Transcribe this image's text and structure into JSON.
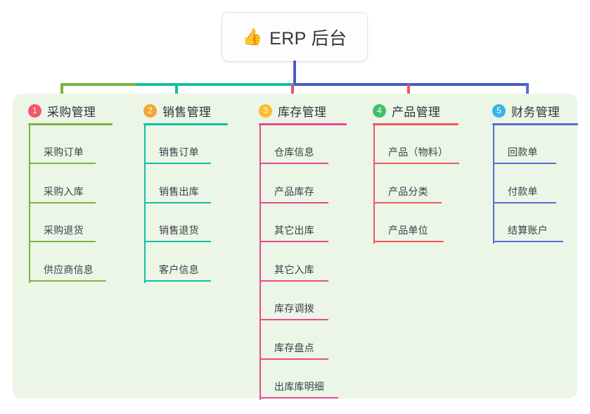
{
  "diagram": {
    "root": {
      "icon": "thumbs-up-icon",
      "icon_glyph": "👍",
      "label": "ERP 后台"
    },
    "panel_bg": "#ebf6e7",
    "stem_color": "#4a5cc2",
    "bus_segments": [
      {
        "color": "#7cb342"
      },
      {
        "color": "#13bfa0"
      },
      {
        "color": "#4a5cc2"
      }
    ],
    "columns": [
      {
        "number": "1",
        "title": "采购管理",
        "badge_color": "#f4566a",
        "line_color": "#7cb342",
        "rule_width": 120,
        "items": [
          {
            "label": "采购订单",
            "rule_width": 95
          },
          {
            "label": "采购入库",
            "rule_width": 95
          },
          {
            "label": "采购退货",
            "rule_width": 95
          },
          {
            "label": "供应商信息",
            "rule_width": 110
          }
        ]
      },
      {
        "number": "2",
        "title": "销售管理",
        "badge_color": "#f5a431",
        "line_color": "#13bfa0",
        "rule_width": 120,
        "items": [
          {
            "label": "销售订单",
            "rule_width": 95
          },
          {
            "label": "销售出库",
            "rule_width": 95
          },
          {
            "label": "销售退货",
            "rule_width": 95
          },
          {
            "label": "客户信息",
            "rule_width": 95
          }
        ]
      },
      {
        "number": "3",
        "title": "库存管理",
        "badge_color": "#fdbc30",
        "line_color": "#e8498f",
        "rule_width": 125,
        "items": [
          {
            "label": "仓库信息",
            "rule_width": 98
          },
          {
            "label": "产品库存",
            "rule_width": 98
          },
          {
            "label": "其它出库",
            "rule_width": 98
          },
          {
            "label": "其它入库",
            "rule_width": 98
          },
          {
            "label": "库存调拨",
            "rule_width": 98
          },
          {
            "label": "库存盘点",
            "rule_width": 98
          },
          {
            "label": "出库库明细",
            "rule_width": 112
          }
        ]
      },
      {
        "number": "4",
        "title": "产品管理",
        "badge_color": "#3ec16a",
        "line_color": "#f2555c",
        "rule_width": 122,
        "items": [
          {
            "label": "产品（物料）",
            "rule_width": 122
          },
          {
            "label": "产品分类",
            "rule_width": 97
          },
          {
            "label": "产品单位",
            "rule_width": 100
          }
        ]
      },
      {
        "number": "5",
        "title": "财务管理",
        "badge_color": "#35b6e8",
        "line_color": "#5a6ecf",
        "rule_width": 122,
        "items": [
          {
            "label": "回款单",
            "rule_width": 90
          },
          {
            "label": "付款单",
            "rule_width": 90
          },
          {
            "label": "结算账户",
            "rule_width": 100
          }
        ]
      }
    ]
  }
}
